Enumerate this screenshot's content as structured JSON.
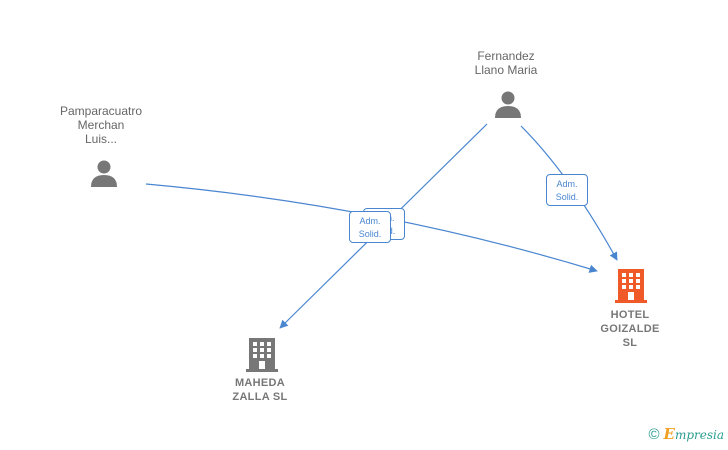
{
  "people": {
    "fernandez": {
      "label": "Fernandez\nLlano Maria"
    },
    "pamparacuatro": {
      "label": "Pamparacuatro\nMerchan\nLuis..."
    }
  },
  "companies": {
    "hotel": {
      "label": "HOTEL\nGOIZALDE\nSL",
      "color": "#f05a28"
    },
    "maheda": {
      "label": "MAHEDA\nZALLA  SL",
      "color": "#777777"
    }
  },
  "edges": {
    "fernandez_hotel": {
      "label": "Adm.\nSolid."
    },
    "shared_back": {
      "label": "Adm.\nSolid."
    },
    "shared_front": {
      "label": "Adm.\nSolid."
    }
  },
  "colors": {
    "edge": "#4a86d0",
    "person_icon": "#777777"
  },
  "footer": {
    "copyright": "©",
    "brand_initial": "E",
    "brand_rest": "mpresia"
  }
}
